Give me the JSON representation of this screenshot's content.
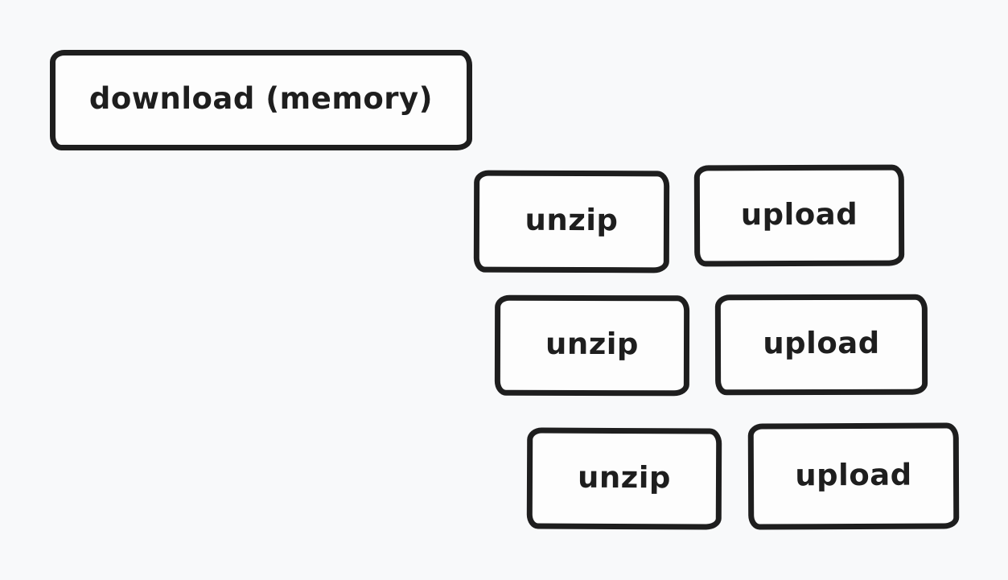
{
  "diagram": {
    "background_color": "#f8f9fa",
    "stroke_color": "#1e1e1e",
    "node_fill_color": "#fdfdfd",
    "nodes": [
      {
        "id": "download-memory",
        "label": "download (memory)"
      },
      {
        "id": "unzip-1",
        "label": "unzip"
      },
      {
        "id": "upload-1",
        "label": "upload"
      },
      {
        "id": "unzip-2",
        "label": "unzip"
      },
      {
        "id": "upload-2",
        "label": "upload"
      },
      {
        "id": "unzip-3",
        "label": "unzip"
      },
      {
        "id": "upload-3",
        "label": "upload"
      }
    ]
  }
}
